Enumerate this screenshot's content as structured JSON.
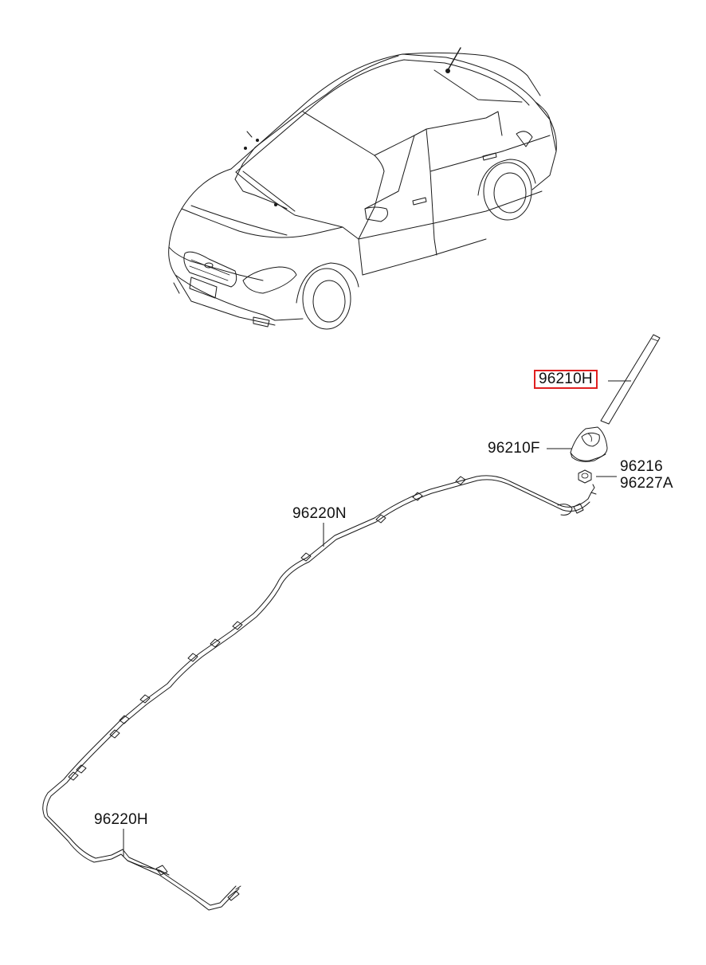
{
  "labels": {
    "antenna_pole": "96210H",
    "antenna_base": "96210F",
    "nut_a": "96216",
    "nut_b": "96227A",
    "roof_cable": "96220N",
    "feeder_cable": "96220H"
  },
  "highlight_color": "#e02020"
}
